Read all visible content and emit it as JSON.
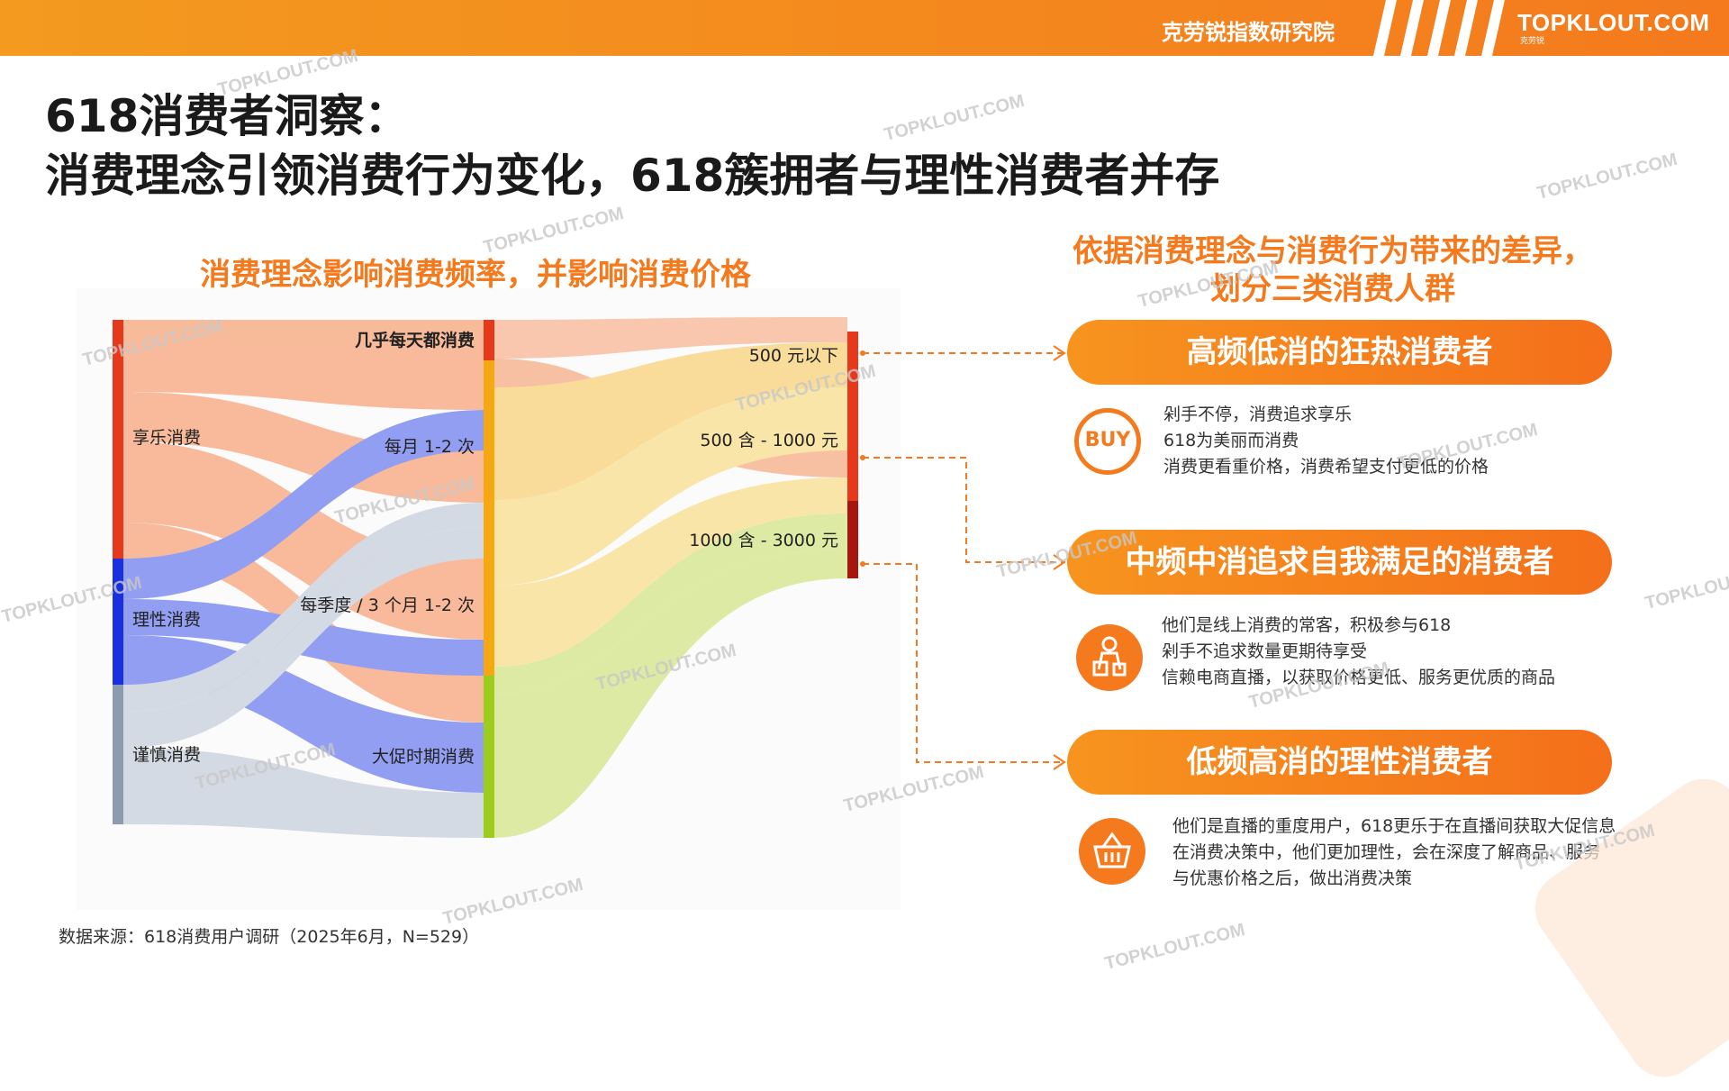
{
  "header": {
    "institute": "克劳锐指数研究院",
    "brand": "TOPKLOUT.COM",
    "brand_sub": "克劳锐"
  },
  "title": {
    "line1": "618消费者洞察：",
    "line2": "消费理念引领消费行为变化，618簇拥者与理性消费者并存"
  },
  "left_section": {
    "heading": "消费理念影响消费频率，并影响消费价格"
  },
  "right_section": {
    "heading_line1": "依据消费理念与消费行为带来的差异，",
    "heading_line2": "划分三类消费人群"
  },
  "sankey": {
    "concept_nodes": [
      "享乐消费",
      "理性消费",
      "谨慎消费"
    ],
    "frequency_nodes": [
      "几乎每天都消费",
      "每月 1-2 次",
      "每季度 / 3 个月 1-2 次",
      "大促时期消费"
    ],
    "price_nodes": [
      "500 元以下",
      "500 含 - 1000 元",
      "1000 含 - 3000 元"
    ],
    "colors": {
      "hedonic": "#f7a57a",
      "rational": "#6f80ee",
      "cautious": "#c7cfdb",
      "daily": "#f7a57a",
      "monthly": "#f9c85a",
      "quarterly": "#f9c85a",
      "promo": "#c8e06a",
      "bar_red": "#e8381b",
      "bar_blue": "#1a2fe0",
      "bar_gray": "#8c9bb0",
      "bar_orange": "#f5a80f",
      "bar_green": "#9ccc1c",
      "bar_darkred": "#a8150f"
    }
  },
  "segments": [
    {
      "title": "高频低消的狂热消费者",
      "icon": "buy-icon",
      "icon_text": "BUY",
      "lines": [
        "剁手不停，消费追求享乐",
        "618为美丽而消费",
        "消费更看重价格，消费希望支付更低的价格"
      ]
    },
    {
      "title": "中频中消追求自我满足的消费者",
      "icon": "shopper-icon",
      "lines": [
        "他们是线上消费的常客，积极参与618",
        "剁手不追求数量更期待享受",
        "信赖电商直播，以获取价格更低、服务更优质的商品"
      ]
    },
    {
      "title": "低频高消的理性消费者",
      "icon": "basket-icon",
      "lines": [
        "他们是直播的重度用户，618更乐于在直播间获取大促信息",
        "在消费决策中，他们更加理性，会在深度了解商品、服务",
        "与优惠价格之后，做出消费决策"
      ]
    }
  ],
  "source": "数据来源：618消费用户调研（2025年6月，N=529）",
  "watermark": "TOPKLOUT.COM"
}
